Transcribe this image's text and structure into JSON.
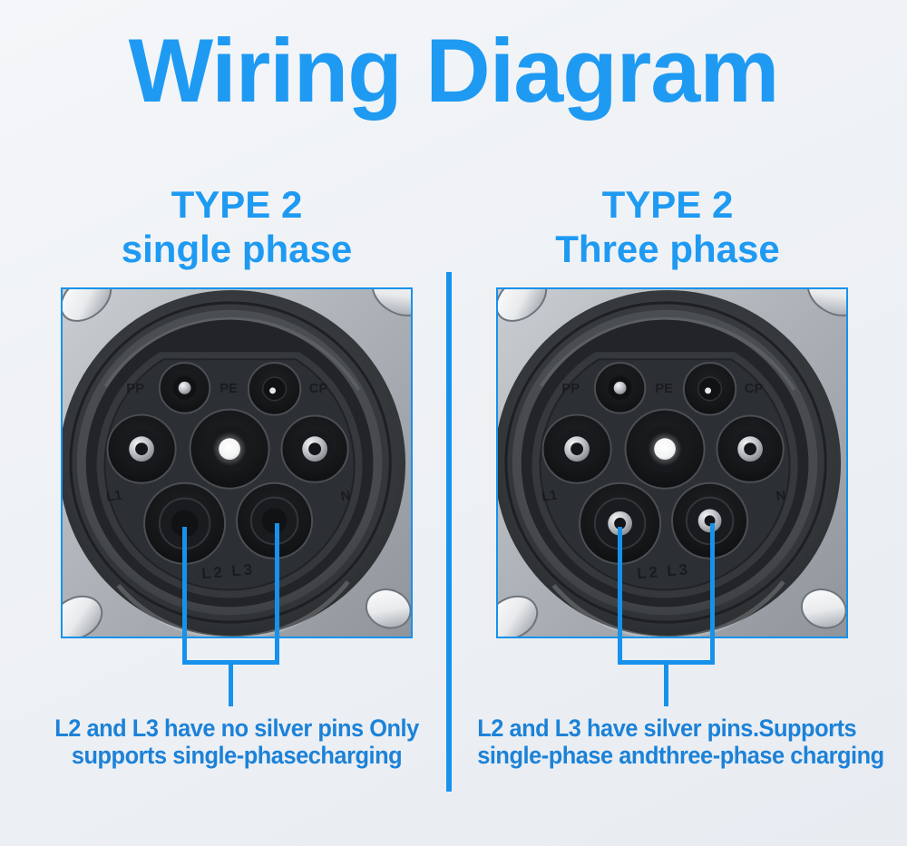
{
  "title": "Wiring Diagram",
  "accent_colors": {
    "title_blue": "#1E9AF2",
    "line_blue": "#1792EC",
    "caption_blue": "#1C82D8"
  },
  "columns": [
    {
      "heading_line1": "TYPE 2",
      "heading_line2": "single phase",
      "caption_line1": "L2 and L3 have no silver pins Only",
      "caption_line2": "supports single-phasecharging"
    },
    {
      "heading_line1": "TYPE 2",
      "heading_line2": "Three phase",
      "caption_line1": "L2 and L3 have silver pins.Supports",
      "caption_line2": "single-phase andthree-phase charging"
    }
  ],
  "socket_labels": {
    "pp": "PP",
    "pe": "PE",
    "cp": "CP",
    "l1": "L1",
    "n": "N",
    "l2_l3": "L2 L3"
  }
}
